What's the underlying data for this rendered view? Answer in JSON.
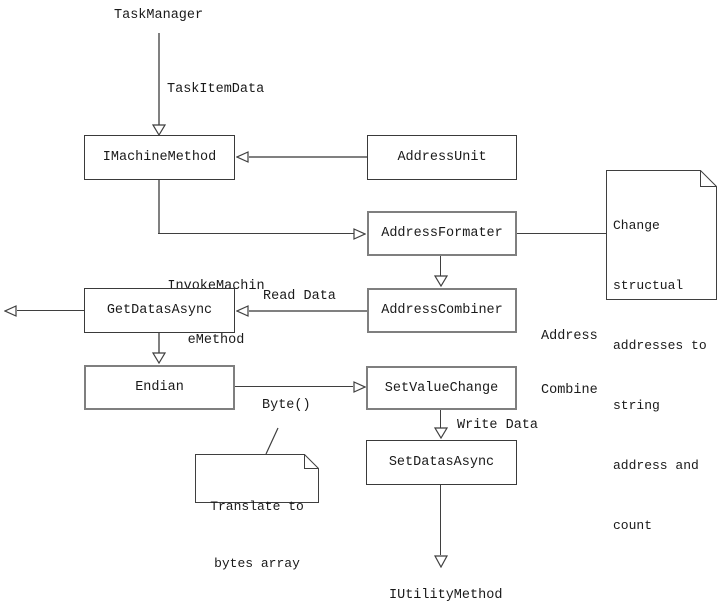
{
  "nodes": {
    "task_manager": {
      "label": "TaskManager"
    },
    "imachine_method": {
      "label": "IMachineMethod"
    },
    "address_unit": {
      "label": "AddressUnit"
    },
    "address_formater": {
      "label": "AddressFormater"
    },
    "address_combiner": {
      "label": "AddressCombiner"
    },
    "get_datas_async": {
      "label": "GetDatasAsync"
    },
    "endian": {
      "label": "Endian"
    },
    "set_value_change": {
      "label": "SetValueChange"
    },
    "set_datas_async": {
      "label": "SetDatasAsync"
    },
    "iutility_method": {
      "label": "IUtilityMethod"
    }
  },
  "edge_labels": {
    "task_item_data": "TaskItemData",
    "invoke_machine_method": [
      "InvokeMachin",
      "eMethod"
    ],
    "read_data": "Read Data",
    "address_combine": [
      "Address",
      "Combine"
    ],
    "byte": "Byte()",
    "write_data": "Write Data"
  },
  "notes": {
    "change_structural": {
      "lines": [
        "Change",
        "structual",
        "addresses to",
        "string",
        "address and",
        "count"
      ]
    },
    "translate_bytes": {
      "lines": [
        "Translate to",
        "bytes array"
      ]
    }
  },
  "colors": {
    "background": "#ffffff",
    "text": "#1a1a1a",
    "line_gray": "#808080",
    "line_dark": "#3f3f3f"
  }
}
